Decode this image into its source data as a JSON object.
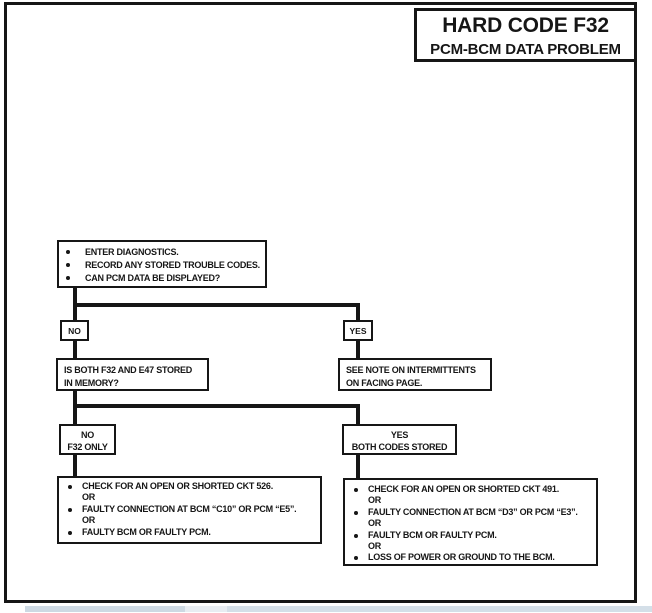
{
  "colors": {
    "ink": "#161616",
    "paper": "#ffffff"
  },
  "header": {
    "title_line1": "HARD CODE F32",
    "title_line2": "PCM-BCM DATA PROBLEM"
  },
  "flow": {
    "start": {
      "items": [
        {
          "b": true,
          "t": "ENTER DIAGNOSTICS."
        },
        {
          "b": true,
          "t": "RECORD ANY STORED TROUBLE CODES."
        },
        {
          "b": true,
          "t": "CAN PCM DATA BE DISPLAYED?"
        }
      ]
    },
    "branch1": {
      "no_label": "NO",
      "yes_label": "YES"
    },
    "question": {
      "line1": "IS BOTH F32 AND E47 STORED",
      "line2": "IN MEMORY?"
    },
    "note": {
      "line1": "SEE NOTE ON INTERMITTENTS",
      "line2": "ON FACING PAGE."
    },
    "branch2": {
      "no": {
        "line1": "NO",
        "line2": "F32 ONLY"
      },
      "yes": {
        "line1": "YES",
        "line2": "BOTH CODES STORED"
      }
    },
    "left_result": {
      "items": [
        {
          "b": true,
          "t": "CHECK FOR AN OPEN OR SHORTED CKT 526."
        },
        {
          "b": false,
          "t": "OR"
        },
        {
          "b": true,
          "t": "FAULTY CONNECTION AT BCM “C10” OR PCM “E5”."
        },
        {
          "b": false,
          "t": "OR"
        },
        {
          "b": true,
          "t": "FAULTY BCM OR FAULTY PCM."
        }
      ]
    },
    "right_result": {
      "items": [
        {
          "b": true,
          "t": "CHECK FOR AN OPEN OR SHORTED CKT 491."
        },
        {
          "b": false,
          "t": "OR"
        },
        {
          "b": true,
          "t": "FAULTY CONNECTION AT BCM “D3” OR PCM “E3”."
        },
        {
          "b": false,
          "t": "OR"
        },
        {
          "b": true,
          "t": "FAULTY BCM OR FAULTY PCM."
        },
        {
          "b": false,
          "t": "OR"
        },
        {
          "b": true,
          "t": "LOSS OF POWER OR GROUND TO THE BCM."
        }
      ]
    }
  }
}
